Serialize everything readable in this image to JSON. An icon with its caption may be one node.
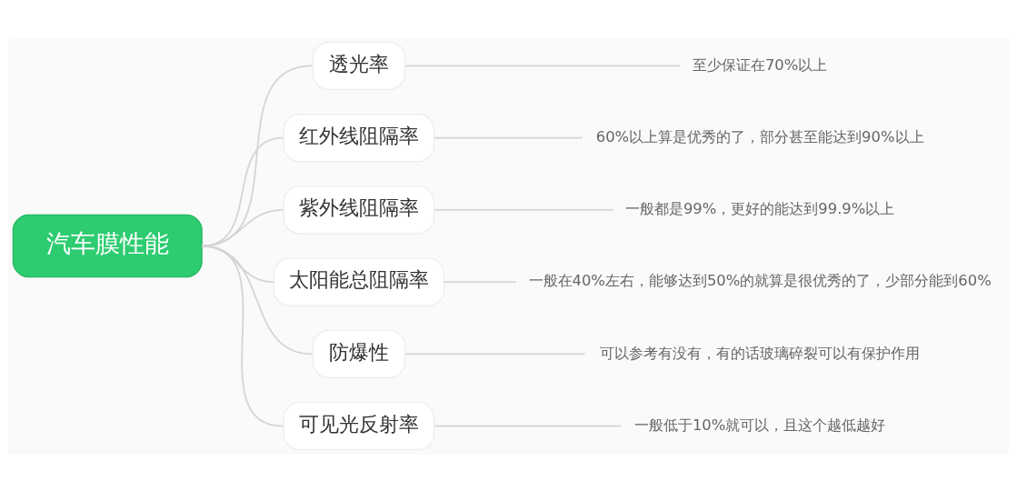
{
  "diagram": {
    "nodes": [
      {
        "text": [
          "汽车膜性能"
        ]
      },
      {
        "text": [
          "透光率"
        ]
      },
      {
        "text": [
          "至少保证在70%以上"
        ]
      },
      {
        "text": [
          "红外线阻隔率"
        ]
      },
      {
        "text": [
          "60%以上算是优秀的了，部分甚至能达到90%以上"
        ]
      },
      {
        "text": [
          "紫外线阻隔率"
        ]
      },
      {
        "text": [
          "一般都是99%，更好的能达到99.9%以上"
        ]
      },
      {
        "text": [
          "太阳能总阻隔率"
        ]
      },
      {
        "text": [
          "一般在40%左右，能够达到50%的就算是很优秀的了，少部分能到60%"
        ]
      },
      {
        "text": [
          "防爆性"
        ]
      },
      {
        "text": [
          "可以参考有没有，有的话玻璃碎裂可以有保护作用"
        ]
      },
      {
        "text": [
          "可见光反射率"
        ]
      },
      {
        "text": [
          "一般低于10%就可以，且这个越低越好"
        ]
      }
    ],
    "edges": [
      {
        "from": 0,
        "to": 1,
        "arrow": "none"
      },
      {
        "from": 1,
        "to": 2,
        "arrow": "none"
      },
      {
        "from": 0,
        "to": 3,
        "arrow": "none"
      },
      {
        "from": 3,
        "to": 4,
        "arrow": "none"
      },
      {
        "from": 0,
        "to": 5,
        "arrow": "none"
      },
      {
        "from": 5,
        "to": 6,
        "arrow": "none"
      },
      {
        "from": 0,
        "to": 7,
        "arrow": "none"
      },
      {
        "from": 7,
        "to": 8,
        "arrow": "none"
      },
      {
        "from": 0,
        "to": 9,
        "arrow": "none"
      },
      {
        "from": 9,
        "to": 10,
        "arrow": "none"
      },
      {
        "from": 0,
        "to": 11,
        "arrow": "none"
      },
      {
        "from": 11,
        "to": 12,
        "arrow": "none"
      }
    ]
  }
}
